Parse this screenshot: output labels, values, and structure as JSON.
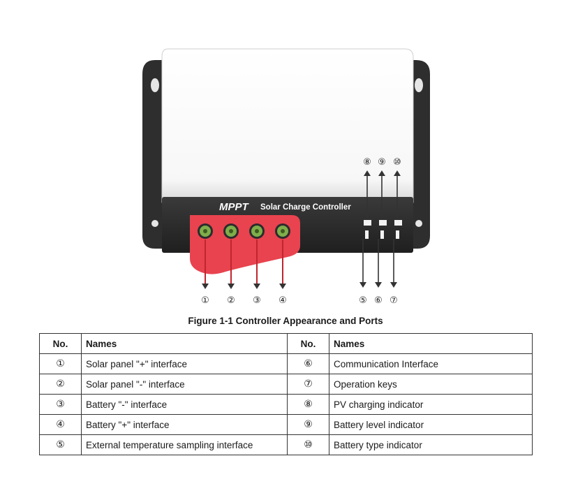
{
  "figure": {
    "brand": "MPPT",
    "product_label": "Solar Charge Controller",
    "caption": "Figure 1-1 Controller Appearance and Ports",
    "callouts_bottom": [
      "①",
      "②",
      "③",
      "④",
      "⑤",
      "⑥",
      "⑦"
    ],
    "callouts_top": [
      "⑧",
      "⑨",
      "⑩"
    ],
    "colors": {
      "housing": "#2b2b2b",
      "front_panel": "#ffffff",
      "terminal_panel": "#e8434f",
      "terminal": "#7fae4a",
      "arrow_red": "#c0262e"
    }
  },
  "table": {
    "headers": {
      "no": "No.",
      "names": "Names"
    },
    "rows": [
      {
        "left_no": "①",
        "left_name": "Solar panel \"+\" interface",
        "right_no": "⑥",
        "right_name": "Communication Interface"
      },
      {
        "left_no": "②",
        "left_name": "Solar panel \"-\" interface",
        "right_no": "⑦",
        "right_name": "Operation keys"
      },
      {
        "left_no": "③",
        "left_name": "Battery \"-\" interface",
        "right_no": "⑧",
        "right_name": "PV charging indicator"
      },
      {
        "left_no": "④",
        "left_name": "Battery \"+\" interface",
        "right_no": "⑨",
        "right_name": "Battery level indicator"
      },
      {
        "left_no": "⑤",
        "left_name": "External temperature sampling interface",
        "right_no": "⑩",
        "right_name": "Battery type indicator"
      }
    ]
  }
}
